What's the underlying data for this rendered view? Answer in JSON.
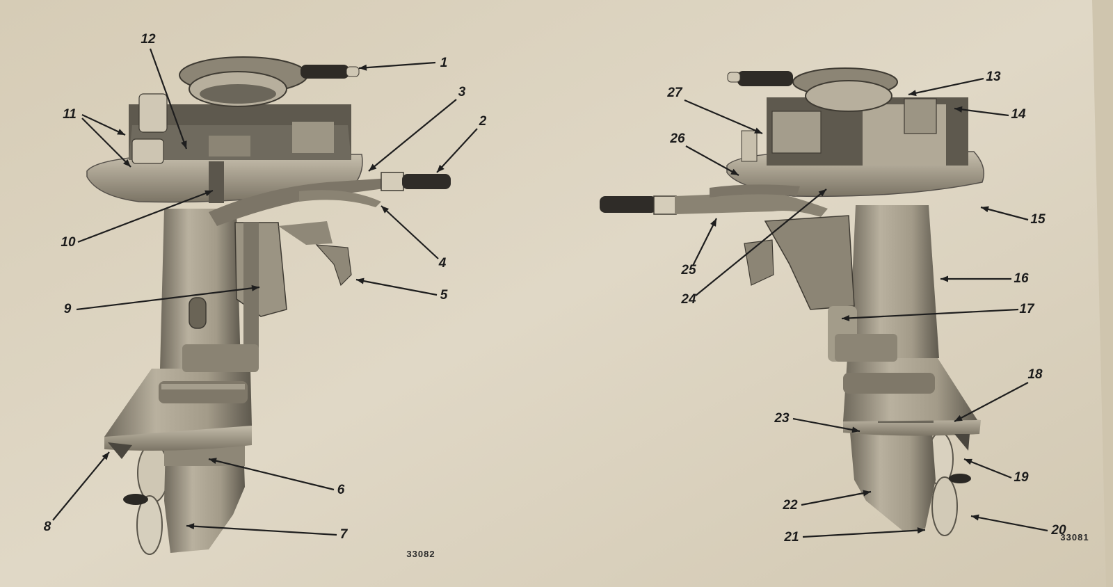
{
  "figures": [
    {
      "id": "left",
      "figure_number": "33082",
      "callouts": [
        "1",
        "2",
        "3",
        "4",
        "5",
        "6",
        "7",
        "8",
        "9",
        "10",
        "11",
        "12"
      ]
    },
    {
      "id": "right",
      "figure_number": "33081",
      "callouts": [
        "13",
        "14",
        "15",
        "16",
        "17",
        "18",
        "19",
        "20",
        "21",
        "22",
        "23",
        "24",
        "25",
        "26",
        "27"
      ]
    }
  ],
  "colors": {
    "paper": "#dcd3bf",
    "engine_light": "#b8b09e",
    "engine_mid": "#8f8878",
    "engine_dark": "#4a463e",
    "ink": "#1e1e1e"
  }
}
